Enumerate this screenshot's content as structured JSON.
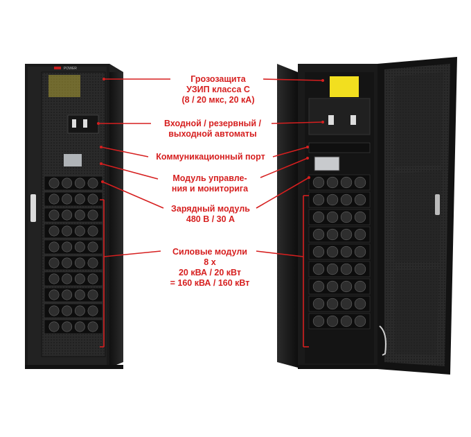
{
  "logo_text": "POWER",
  "accent_color": "#d61f1f",
  "cabinet_color": "#1c1c1c",
  "power_module_count": 8,
  "labels": {
    "surge": [
      "Грозозащита",
      "УЗИП класса С",
      "(8 / 20 мкс, 20 кА)"
    ],
    "breakers": [
      "Входной / резервный /",
      "выходной автоматы"
    ],
    "comm": [
      "Коммуникационный порт"
    ],
    "control": [
      "Модуль управле-",
      "ния и мониторига"
    ],
    "charger": [
      "Зарядный модуль",
      "480 В / 30 А"
    ],
    "power": [
      "Силовые модули",
      "8 х",
      "20 кВА / 20 кВт",
      "= 160 кВА / 160 кВт"
    ]
  }
}
